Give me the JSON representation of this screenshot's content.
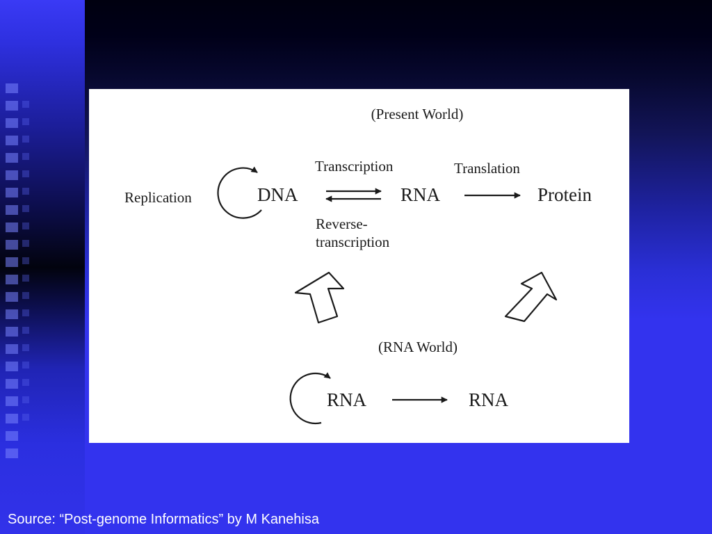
{
  "slide": {
    "source_caption": "Source:  “Post-genome Informatics” by M Kanehisa"
  },
  "diagram": {
    "present_world_label": "(Present World)",
    "rna_world_label": "(RNA World)",
    "replication_label": "Replication",
    "dna_label": "DNA",
    "transcription_label": "Transcription",
    "reverse_transcription_line1": "Reverse-",
    "reverse_transcription_line2": "transcription",
    "rna_label": "RNA",
    "translation_label": "Translation",
    "protein_label": "Protein",
    "rna_world_source_label": "RNA",
    "rna_world_target_label": "RNA"
  }
}
